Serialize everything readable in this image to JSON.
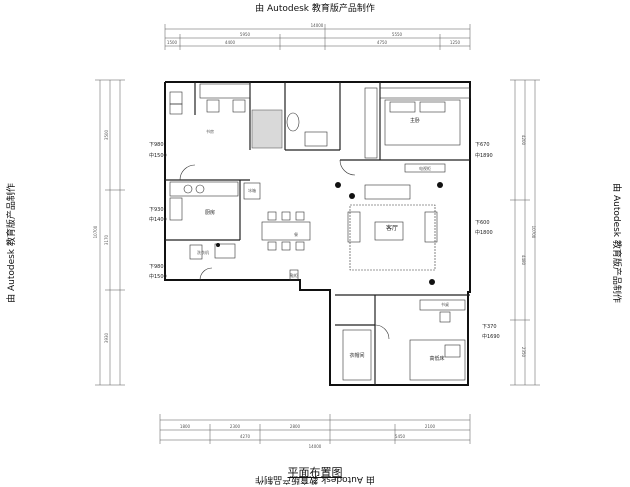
{
  "watermark": "由 Autodesk 教育版产品制作",
  "title": "平面布置图",
  "rooms": {
    "bedroom_master": "主卧",
    "kitchen": "厨房",
    "living": "客厅",
    "closet": "衣帽间",
    "kids_bed": "高低床",
    "study": "书房",
    "dining_tag": "餐",
    "desk": "书桌",
    "laundry": "洗衣机",
    "fridge": "冰箱",
    "tv": "电视柜",
    "shoe": "鞋柜"
  },
  "levels": {
    "l1a": "下980",
    "l1b": "中1500",
    "l2a": "下930",
    "l2b": "中1400",
    "l3a": "下980",
    "l3b": "中1500",
    "r1a": "下670",
    "r1b": "中1890",
    "r2a": "下600",
    "r2b": "中1800",
    "r3a": "下370",
    "r3b": "中1690"
  },
  "dims": {
    "top_overall": "14000",
    "bottom_overall": "14000",
    "left_overall": "10700",
    "right_overall": "10700",
    "top_1": "5950",
    "top_2": "5550",
    "top_a": "1500",
    "top_b": "4400",
    "top_c": "4750",
    "top_d": "1250",
    "bot_1": "4270",
    "bot_2": "5450",
    "bot_a": "1800",
    "bot_b": "2300",
    "bot_c": "2800",
    "bot_d": "2100",
    "left_a": "3500",
    "left_b": "3170",
    "left_c": "3930",
    "right_a": "4200",
    "right_b": "4480",
    "right_c": "2350"
  }
}
